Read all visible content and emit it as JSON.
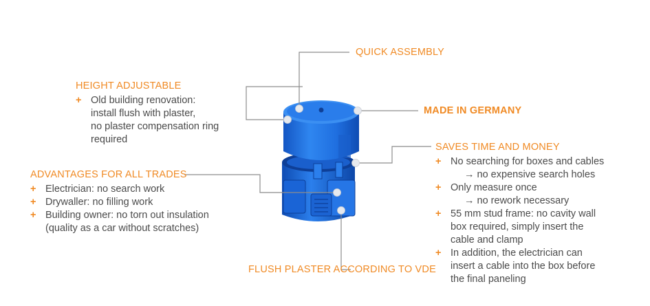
{
  "callouts": {
    "quick_assembly": {
      "title": "QUICK ASSEMBLY"
    },
    "height_adjustable": {
      "title": "HEIGHT ADJUSTABLE",
      "items": [
        {
          "lines": [
            "Old building renovation:",
            "install flush with plaster,",
            "no plaster compensation ring",
            "required"
          ]
        }
      ]
    },
    "made_in_germany": {
      "title": "MADE IN GERMANY"
    },
    "saves_time": {
      "title": "SAVES TIME AND MONEY",
      "items": [
        {
          "main": "No searching for boxes and cables",
          "sub": "→ no expensive search holes"
        },
        {
          "main": "Only measure once",
          "sub": "→ no rework necessary"
        },
        {
          "lines": [
            "55 mm stud frame: no cavity wall",
            "box required, simply insert the",
            "cable and clamp"
          ]
        },
        {
          "lines": [
            "In addition, the electrician can",
            "insert a cable into the box before",
            "the final paneling"
          ]
        }
      ]
    },
    "advantages": {
      "title": "ADVANTAGES FOR ALL TRADES",
      "items": [
        {
          "text": "Electrician: no search work"
        },
        {
          "text": "Drywaller: no filling work"
        },
        {
          "lines": [
            "Building owner: no torn out insulation",
            "(quality as a car without scratches)"
          ]
        }
      ]
    },
    "flush_plaster": {
      "title": "FLUSH PLASTER ACCORDING TO VDE"
    }
  },
  "bullet_symbol": "+",
  "colors": {
    "accent": "#f08a24",
    "text": "#4a4a4a",
    "leader_line": "#8c8c8c",
    "product_blue": "#1f6fe0"
  }
}
